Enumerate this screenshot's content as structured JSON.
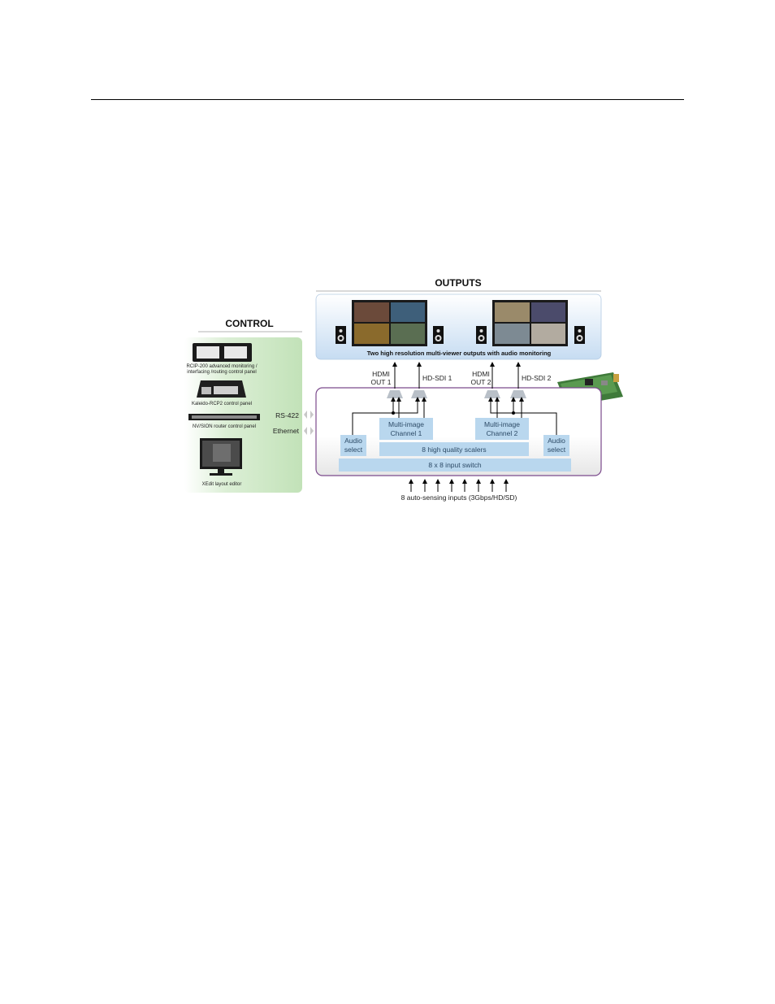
{
  "outputs": {
    "title": "OUTPUTS",
    "caption": "Two high resolution multi-viewer outputs with audio monitoring"
  },
  "control": {
    "title": "CONTROL",
    "devices": [
      {
        "label_line1": "RCIP-200 advanced monitoring /",
        "label_line2": "interfacing /routing control panel"
      },
      {
        "label_line1": "Kaleido-RCP2 control panel",
        "label_line2": ""
      },
      {
        "label_line1": "NV/SION router control panel",
        "label_line2": ""
      },
      {
        "label_line1": "XEdit layout editor",
        "label_line2": ""
      }
    ],
    "links": [
      "RS-422",
      "Ethernet"
    ]
  },
  "card": {
    "out_labels": {
      "hdmi1_line1": "HDMI",
      "hdmi1_line2": "OUT 1",
      "sdi1": "HD-SDI 1",
      "hdmi2_line1": "HDMI",
      "hdmi2_line2": "OUT 2",
      "sdi2": "HD-SDI 2"
    },
    "blocks": {
      "mi1_line1": "Multi-image",
      "mi1_line2": "Channel 1",
      "mi2_line1": "Multi-image",
      "mi2_line2": "Channel 2",
      "audio1_line1": "Audio",
      "audio1_line2": "select",
      "audio2_line1": "Audio",
      "audio2_line2": "select",
      "scalers": "8 high quality scalers",
      "switch": "8 x 8 input switch"
    },
    "inputs_label": "8 auto-sensing inputs (3Gbps/HD/SD)"
  },
  "colors": {
    "box_blue": "#b9d7ee",
    "panel_gradient_top": "#ffffff",
    "panel_gradient_bottom": "#cfe3f5",
    "control_green": "#cfe8c6",
    "card_border": "#7b4a8c"
  }
}
